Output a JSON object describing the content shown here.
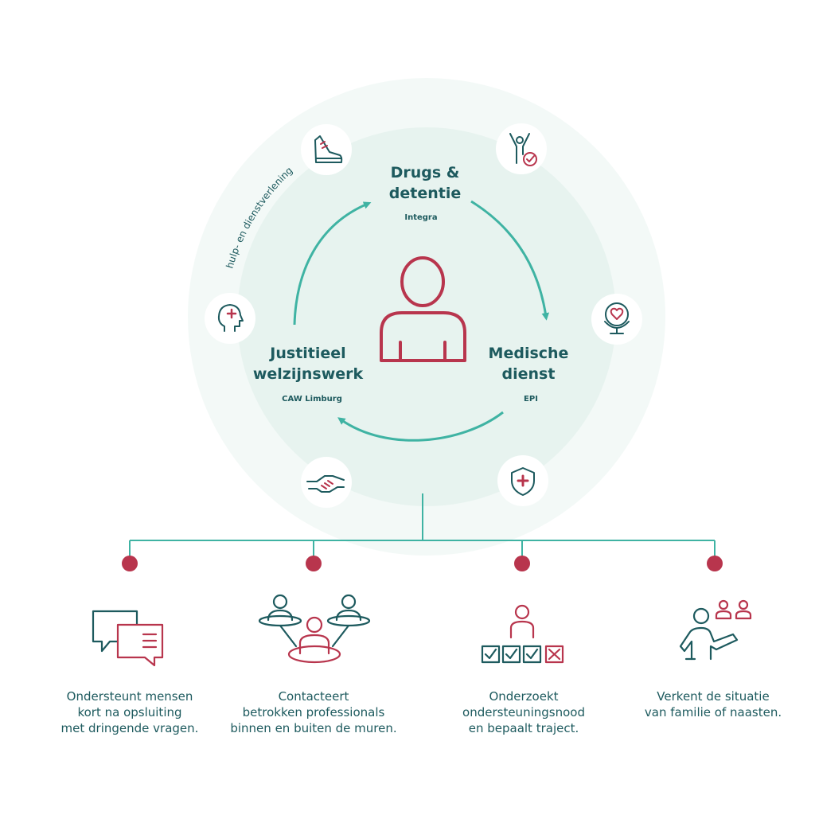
{
  "colors": {
    "teal": "#1d5a5e",
    "accent": "#3fb3a3",
    "crimson": "#b8354d",
    "halo": "#f3f9f7",
    "halo_inner": "#e7f3ef"
  },
  "cycle_label": "hulp- en dienstverlening",
  "nodes": [
    {
      "title_lines": [
        "Drugs &",
        "detentie"
      ],
      "subtitle": "Integra"
    },
    {
      "title_lines": [
        "Medische",
        "dienst"
      ],
      "subtitle": "EPI"
    },
    {
      "title_lines": [
        "Justitieel",
        "welzijnswerk"
      ],
      "subtitle": "CAW Limburg"
    }
  ],
  "ring_icons": [
    "shoe-icon",
    "person-checkmark-icon",
    "heart-globe-icon",
    "shield-cross-icon",
    "handshake-icon",
    "head-cross-icon"
  ],
  "center_icon": "person-icon",
  "tasks": [
    {
      "icon": "speech-bubbles-icon",
      "lines": [
        "Ondersteunt mensen",
        "kort na opsluiting",
        "met dringende vragen."
      ]
    },
    {
      "icon": "connected-people-icon",
      "lines": [
        "Contacteert",
        "betrokken professionals",
        "binnen en buiten de muren."
      ]
    },
    {
      "icon": "checklist-person-icon",
      "lines": [
        "Onderzoekt",
        "ondersteuningsnood",
        "en bepaalt traject."
      ]
    },
    {
      "icon": "presenting-person-icon",
      "lines": [
        "Verkent de situatie",
        "van familie of naasten."
      ]
    }
  ]
}
